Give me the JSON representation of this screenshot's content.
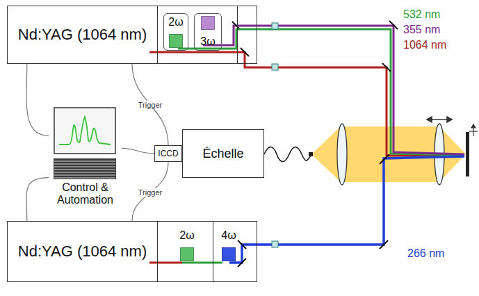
{
  "diagram": {
    "nodes": [
      {
        "text": [
          "Nd:YAG (1064 nm)"
        ]
      },
      {
        "text": [
          "2ω"
        ],
        "in": 0
      },
      {
        "text": [
          "3ω"
        ],
        "in": 0
      },
      {
        "text": [
          "Control & Automation"
        ]
      },
      {
        "text": [
          "ICCD"
        ]
      },
      {
        "text": [
          "Échelle"
        ]
      },
      {
        "text": [
          "Nd:YAG (1064 nm)"
        ]
      },
      {
        "text": [
          "2ω"
        ],
        "in": 6
      },
      {
        "text": [
          "4ω"
        ],
        "in": 6
      }
    ],
    "edges": [
      {
        "from": 0,
        "to": 4,
        "arrow": "none",
        "label": "Trigger"
      },
      {
        "from": 3,
        "to": 0,
        "arrow": "none"
      },
      {
        "from": 3,
        "to": 6,
        "arrow": "none"
      },
      {
        "from": 6,
        "to": 4,
        "arrow": "none",
        "label": "Trigger"
      },
      {
        "from": 3,
        "to": 4,
        "arrow": "none"
      }
    ],
    "labels": [
      "532 nm",
      "355 nm",
      "1064 nm",
      "266 nm"
    ]
  }
}
